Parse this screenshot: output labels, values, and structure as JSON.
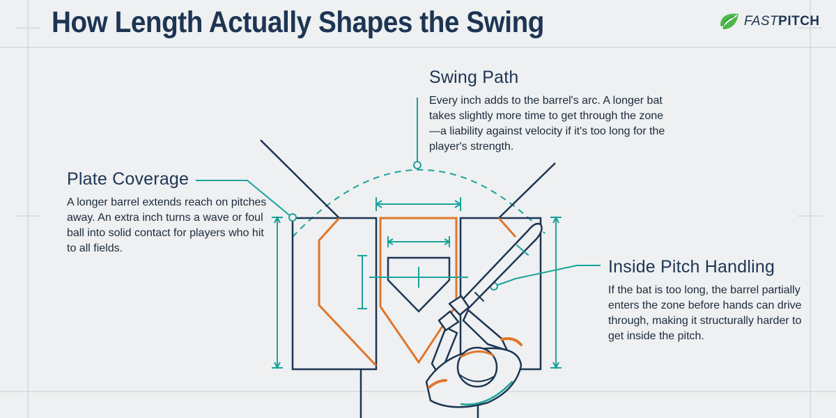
{
  "header": {
    "title": "How Length Actually Shapes the Swing"
  },
  "logo": {
    "part1": "FAST",
    "part2": "PITCH",
    "icon": "leaf-logo-icon"
  },
  "callouts": {
    "plate_coverage": {
      "title": "Plate Coverage",
      "body": "A longer barrel extends reach on pitches away. An extra inch turns a wave or foul ball into solid contact for players who hit to all fields."
    },
    "swing_path": {
      "title": "Swing Path",
      "body": "Every inch adds to the barrel's arc. A longer bat takes slightly more time to get through the zone—a liability against velocity if it's too long for the player's strength."
    },
    "inside_pitch": {
      "title": "Inside Pitch Handling",
      "body": "If the bat is too long, the barrel partially enters the zone before hands can drive through, making it structurally harder to get inside the pitch."
    }
  },
  "colors": {
    "background": "#eef0f1",
    "navy": "#1d3553",
    "teal": "#1aa39a",
    "orange": "#e0762b",
    "logo_green": "#4cb848"
  }
}
